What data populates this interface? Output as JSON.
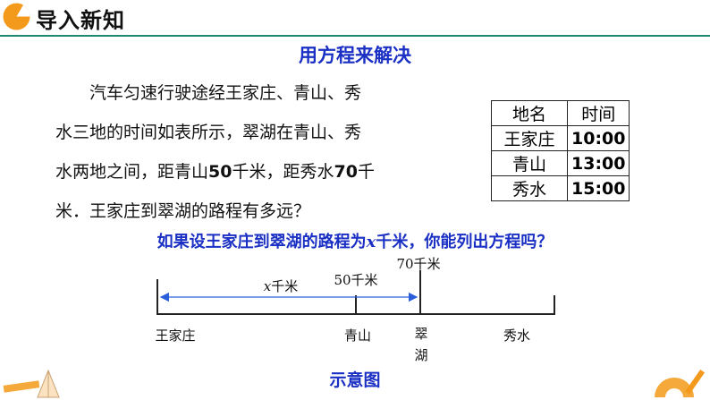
{
  "header": {
    "title": "导入新知"
  },
  "section_title": "用方程来解决",
  "problem": {
    "line1": "汽车匀速行驶途经王家庄、青山、秀",
    "line2": "水三地的时间如表所示，翠湖在青山、秀",
    "line3a": "水两地之间，距青山",
    "num50": "50",
    "line3b": "千米，距秀水",
    "num70": "70",
    "line3c": "千",
    "line4": "米．王家庄到翠湖的路程有多远？"
  },
  "table": {
    "headers": [
      "地名",
      "时间"
    ],
    "rows": [
      {
        "place": "王家庄",
        "time": "10:00"
      },
      {
        "place": "青山",
        "time": "13:00"
      },
      {
        "place": "秀水",
        "time": "15:00"
      }
    ]
  },
  "question": {
    "before": "如果设王家庄到翠湖的路程为",
    "var": "x",
    "after": "千米，你能列出方程吗？"
  },
  "diagram": {
    "label_70": "70千米",
    "label_50": "50千米",
    "label_x_var": "x",
    "label_x_unit": "千米",
    "places": [
      "王家庄",
      "青山",
      "翠",
      "湖",
      "秀水"
    ]
  },
  "caption": "示意图",
  "colors": {
    "accent_green": "#1f8a74",
    "text_blue": "#1a2fc4",
    "arrow_blue": "#2b5fd9",
    "icon_orange": "#f39a1d"
  }
}
